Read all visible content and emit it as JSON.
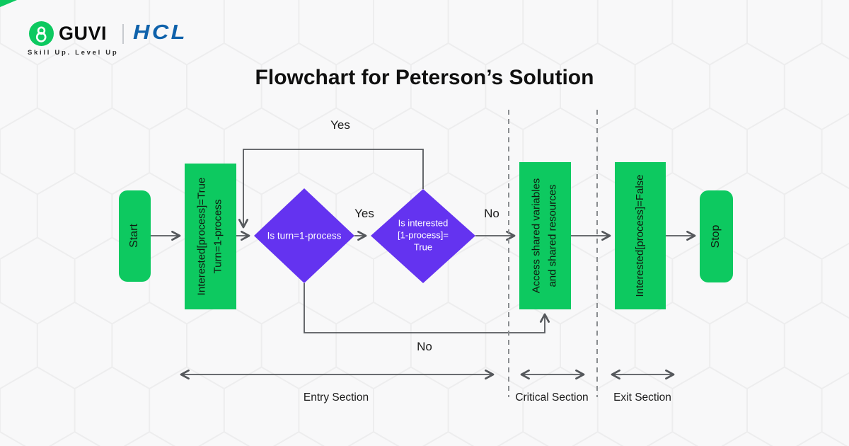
{
  "brand": {
    "guvi": "GUVI",
    "hcl": "HCL",
    "tagline": "Skill Up. Level Up"
  },
  "title": "Flowchart for Peterson’s Solution",
  "colors": {
    "node_green": "#0dc960",
    "decision_purple": "#6433f0",
    "hcl_blue": "#0f62ab",
    "connector_gray": "#55585c",
    "background": "#f8f8f9"
  },
  "nodes": {
    "start": "Start",
    "init_line1": "Interested[process]=True",
    "init_line2": "Turn=1-process",
    "decision1": "Is turn=1-process",
    "decision2_line1": "Is interested",
    "decision2_line2": "[1-process]=",
    "decision2_line3": "True",
    "critical_line1": "Access shared variables",
    "critical_line2": "and shared resources",
    "exit": "Interested[process]=False",
    "stop": "Stop"
  },
  "edge_labels": {
    "yes_top": "Yes",
    "yes_mid": "Yes",
    "no_mid": "No",
    "no_bottom": "No"
  },
  "sections": {
    "entry": "Entry Section",
    "critical": "Critical Section",
    "exit": "Exit Section"
  }
}
